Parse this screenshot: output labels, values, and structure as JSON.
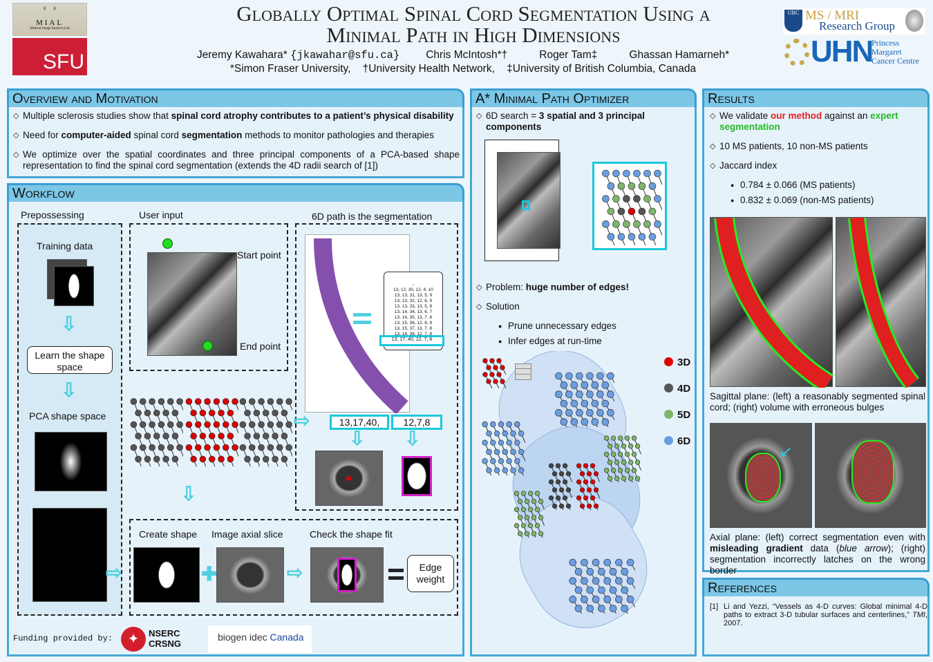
{
  "header": {
    "title_line1": "Globally Optimal Spinal Cord Segmentation Using a",
    "title_line2": "Minimal Path in High Dimensions",
    "authors": [
      {
        "name": "Jeremy Kawahara*",
        "email": "{jkawahar@sfu.ca}"
      },
      {
        "name": "Chris McIntosh*†"
      },
      {
        "name": "Roger Tam‡"
      },
      {
        "name": "Ghassan Hamarneh*"
      }
    ],
    "affiliations": "*Simon Fraser University,    †University Health Network,    ‡University of British Columbia, Canada",
    "logos": {
      "mial": "MIAL",
      "mial_sub": "Medical Image Analysis Lab",
      "sfu": "SFU",
      "ubc": "UBC",
      "msmri": "MS / MRI",
      "msmri2": "Research Group",
      "uhn": "UHN",
      "pm": [
        "Princess",
        "Margaret",
        "Cancer Centre"
      ]
    },
    "colors": {
      "sfu_red": "#cc1f36",
      "uhn_blue": "#1a66b8",
      "panel_head": "#7cc6e6",
      "panel_border": "#3a9fd0"
    }
  },
  "overview": {
    "title": "Overview and Motivation",
    "bullets": [
      {
        "pre": "Multiple sclerosis studies show that ",
        "bold": "spinal cord atrophy contributes to a patient’s physical disability",
        "post": ""
      },
      {
        "pre": "Need for ",
        "bold": "computer-aided",
        "mid": " spinal cord ",
        "bold2": "segmentation",
        "post": " methods to monitor pathologies and therapies"
      },
      {
        "text": "We optimize over the spatial coordinates and three principal components of a PCA-based shape representation to find the spinal cord segmentation (extends the 4D radii search of [1])"
      }
    ]
  },
  "workflow": {
    "title": "Workflow",
    "prep": "Prepossessing",
    "training": "Training data",
    "learn": "Learn the shape space",
    "pca": "PCA shape space",
    "user_input": "User input",
    "start": "Start point",
    "end": "End point",
    "path": "6D path is the segmentation",
    "path_rows": [
      "...",
      "13, 12, 30, 12, 4, 10",
      "13, 13, 31, 13, 5, 9",
      "13, 13, 32, 12, 6, 9",
      "13, 13, 33, 13, 5, 8",
      "13, 14, 34, 13, 6, 7",
      "13, 14, 35, 13, 7, 8",
      "13, 15, 36, 12, 8, 9",
      "13, 15, 37, 13, 7, 8",
      "13, 16, 38, 12, 7, 8"
    ],
    "path_selected": "13, 17, 40, 12, 7, 8",
    "spatial": "13,17,40,",
    "shape": "12,7,8",
    "create": "Create shape",
    "axial": "Image axial slice",
    "check": "Check the shape fit",
    "edge": "Edge weight"
  },
  "funding": {
    "label": "Funding provided by:",
    "nserc": "NSERC",
    "crsng": "CRSNG",
    "biogen": "biogen idec",
    "canada": "Canada"
  },
  "astar": {
    "title": "A* Minimal Path Optimizer",
    "b1_pre": "6D search = ",
    "b1_bold": "3 spatial and 3 principal components",
    "b2_pre": "Problem: ",
    "b2_bold": "huge number of edges!",
    "b3": "Solution",
    "sub": [
      "Prune unnecessary edges",
      "Infer edges at run-time"
    ],
    "legend": [
      {
        "label": "3D",
        "color": "#e00000"
      },
      {
        "label": "4D",
        "color": "#555555"
      },
      {
        "label": "5D",
        "color": "#7fb56a"
      },
      {
        "label": "6D",
        "color": "#6b9de0"
      }
    ]
  },
  "results": {
    "title": "Results",
    "b1_pre": "We validate ",
    "b1_red": "our method",
    "b1_mid": " against an ",
    "b1_green": "expert segmentation",
    "b2": "10 MS patients, 10 non-MS patients",
    "b3": "Jaccard index",
    "jaccard": [
      "0.784 ± 0.066 (MS patients)",
      "0.832 ± 0.069 (non-MS patients)"
    ],
    "cap1": "Sagittal plane: (left) a reasonably segmented spinal cord; (right) volume with erroneous bulges",
    "cap2_pre": "Axial plane: (left) correct segmentation even with ",
    "cap2_bold": "misleading gradient",
    "cap2_mid": " data (",
    "cap2_it": "blue arrow",
    "cap2_post": "); (right) segmentation incorrectly latches on the wrong border",
    "colors": {
      "ours": "#e02020",
      "expert": "#22bb22"
    }
  },
  "references": {
    "title": "References",
    "items": [
      {
        "num": "[1]",
        "text": "Li and Yezzi, “Vessels as 4-D curves: Global minimal 4-D paths to extract 3-D tubular surfaces and centerlines,”",
        "journal": "TMI",
        "year": ", 2007."
      }
    ]
  }
}
